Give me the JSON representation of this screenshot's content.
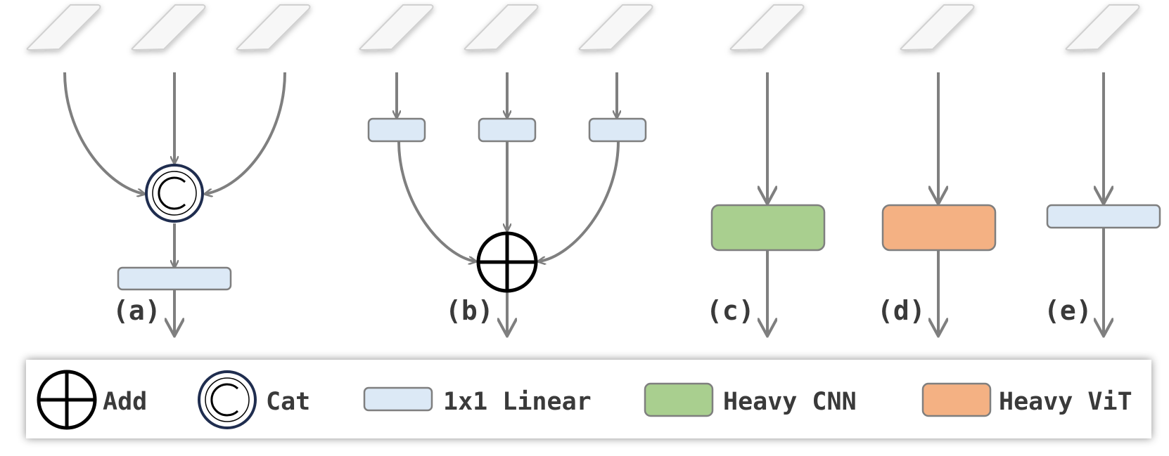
{
  "colors": {
    "arrow": "#7f7f7f",
    "linear_fill": "#dce9f6",
    "cnn_fill": "#a9cf8f",
    "vit_fill": "#f4b183",
    "box_stroke": "#7f7f7f",
    "cat_ring": "#1f2d4f",
    "text": "#3a3a3a"
  },
  "panels": {
    "a": {
      "label": "(a)"
    },
    "b": {
      "label": "(b)"
    },
    "c": {
      "label": "(c)"
    },
    "d": {
      "label": "(d)"
    },
    "e": {
      "label": "(e)"
    }
  },
  "legend": {
    "add": "Add",
    "cat": "Cat",
    "linear": "1x1 Linear",
    "cnn": "Heavy CNN",
    "vit": "Heavy ViT"
  }
}
